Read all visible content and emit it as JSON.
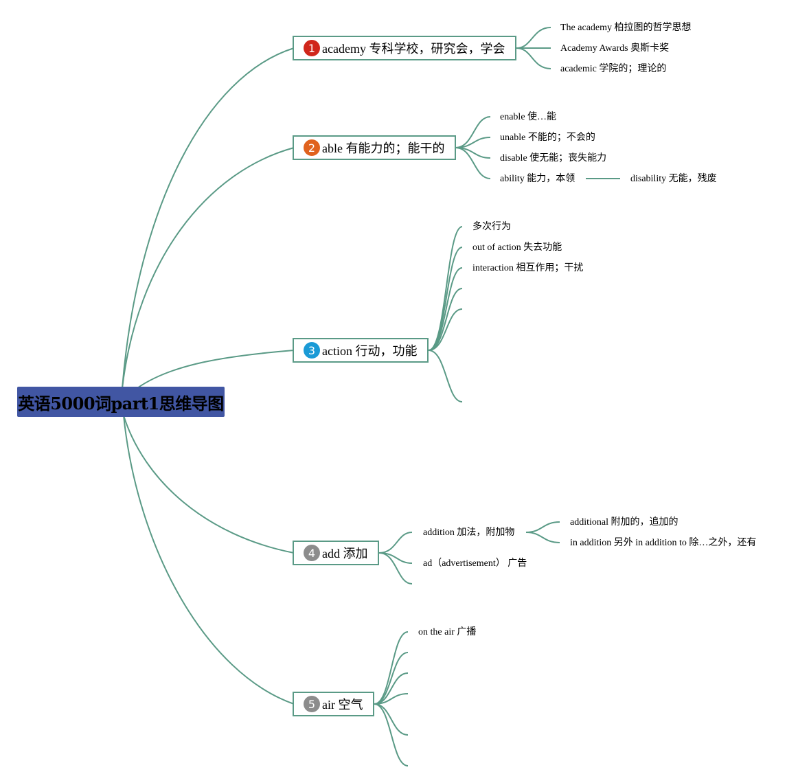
{
  "central": {
    "title": "英语5000词part1思维导图"
  },
  "colors": {
    "line": "#5a9a86",
    "central_bg": "#4156a3"
  },
  "branches": [
    {
      "num": "1",
      "badge_color": "#d0261b",
      "label": "academy 专科学校，研究会，学会",
      "children": [
        "The academy 柏拉图的哲学思想",
        "Academy Awards 奥斯卡奖",
        "academic 学院的；理论的"
      ]
    },
    {
      "num": "2",
      "badge_color": "#e0621e",
      "label": "able 有能力的；能干的",
      "children": [
        "enable 使…能",
        "unable 不能的；不会的",
        "disable 使无能；丧失能力",
        "ability 能力，本领"
      ],
      "grandchild": "disability 无能，残废"
    },
    {
      "num": "3",
      "badge_color": "#1a9ad6",
      "label": "action 行动，功能",
      "children": [
        "多次行为",
        "out of action 失去功能",
        "interaction 相互作用；干扰",
        "",
        "",
        ""
      ]
    },
    {
      "num": "4",
      "badge_color": "#8c8c8c",
      "label": "add 添加",
      "children": [
        "addition 加法，附加物",
        "ad（advertisement） 广告",
        ""
      ],
      "grandchildren": [
        "additional 附加的，追加的",
        "in addition 另外 in addition to 除…之外，还有"
      ]
    },
    {
      "num": "5",
      "badge_color": "#8c8c8c",
      "label": "air 空气",
      "children": [
        "on the air 广播",
        "",
        "",
        "",
        "",
        ""
      ]
    }
  ]
}
